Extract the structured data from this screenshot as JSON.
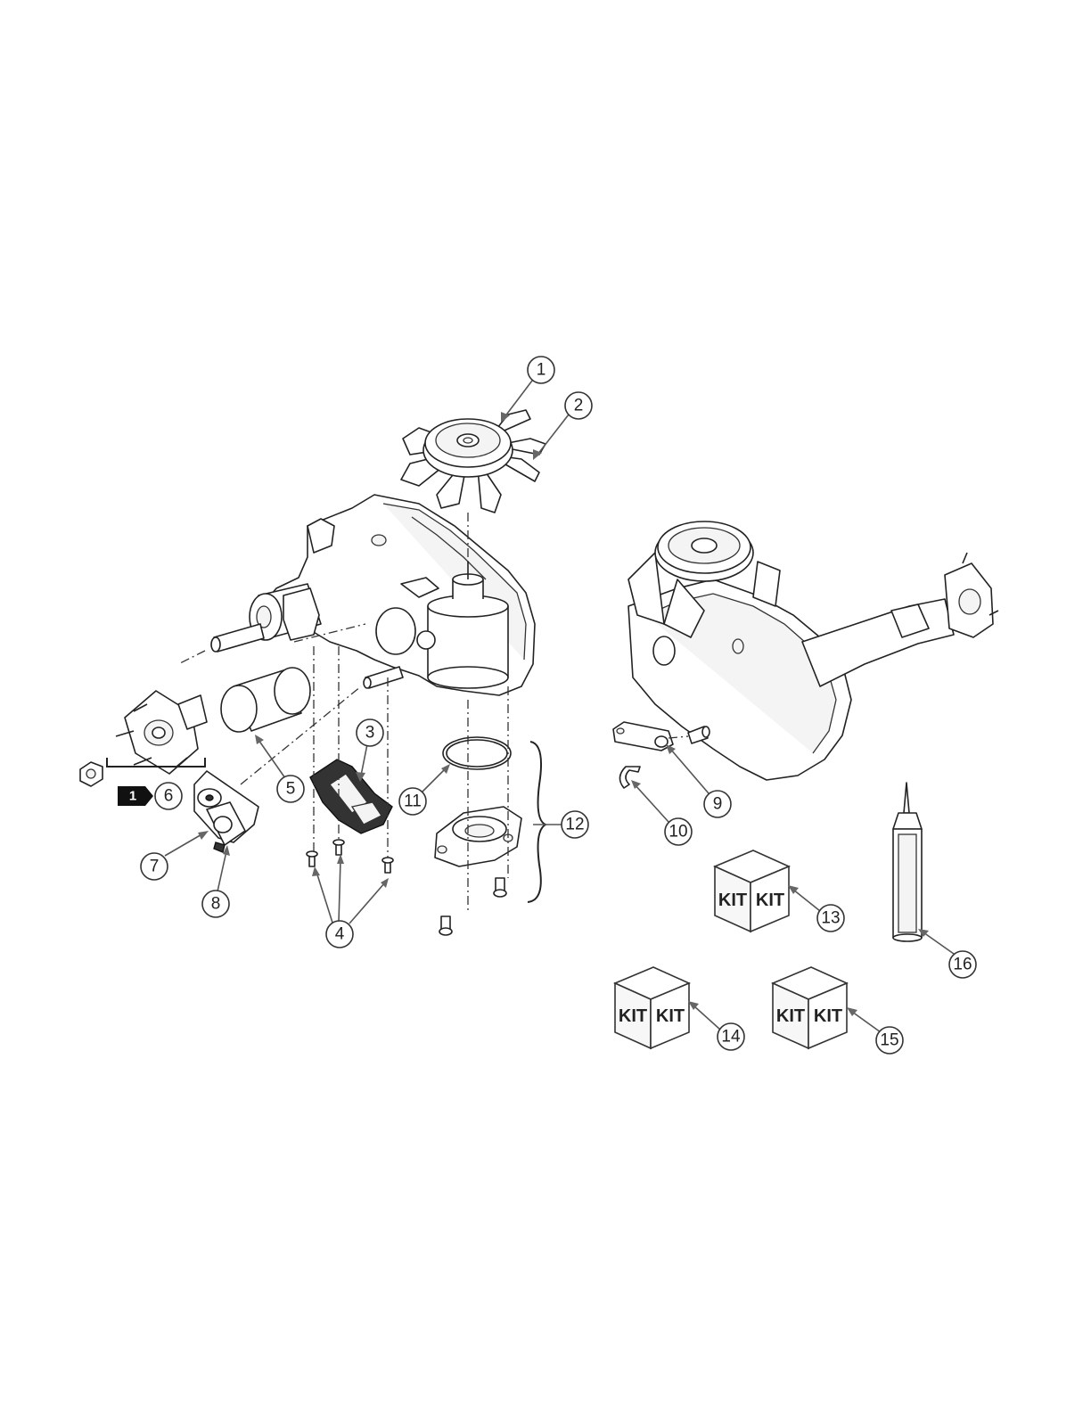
{
  "callouts": [
    {
      "id": "1",
      "label": "1"
    },
    {
      "id": "2",
      "label": "2"
    },
    {
      "id": "3",
      "label": "3"
    },
    {
      "id": "4",
      "label": "4"
    },
    {
      "id": "5",
      "label": "5"
    },
    {
      "id": "6",
      "label": "6"
    },
    {
      "id": "7",
      "label": "7"
    },
    {
      "id": "8",
      "label": "8"
    },
    {
      "id": "9",
      "label": "9"
    },
    {
      "id": "10",
      "label": "10"
    },
    {
      "id": "11",
      "label": "11"
    },
    {
      "id": "12",
      "label": "12"
    },
    {
      "id": "13",
      "label": "13"
    },
    {
      "id": "14",
      "label": "14"
    },
    {
      "id": "15",
      "label": "15"
    },
    {
      "id": "16",
      "label": "16"
    }
  ],
  "reference_tag": {
    "label": "1"
  },
  "kits": {
    "word": "KIT"
  },
  "colors": {
    "line": "#222222",
    "leader": "#555555",
    "tag_fill": "#111111"
  }
}
